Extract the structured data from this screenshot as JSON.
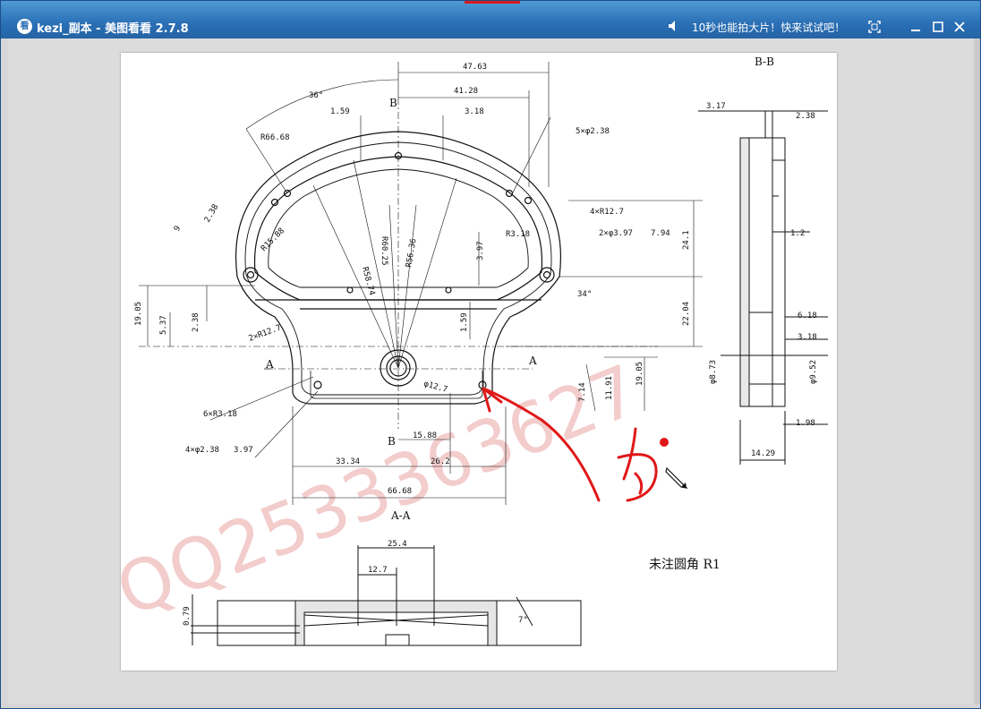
{
  "window": {
    "title": "kezi_副本 - 美图看看 2.7.8",
    "app_icon_glyph": "看",
    "promo_text": "10秒也能拍大片！快来试试吧！"
  },
  "controls": {
    "promo": "speaker-icon",
    "fullscreen": "fullscreen-icon",
    "minimize": "minimize-icon",
    "maximize": "maximize-icon",
    "close": "close-icon"
  },
  "drawing": {
    "section_bb": "B-B",
    "section_aa": "A-A",
    "cut_a": "A",
    "cut_b": "B",
    "note": "未注圆角 R1",
    "watermark": "QQ2533363627",
    "dims": {
      "d47_63": "47.63",
      "d41_28": "41.28",
      "a36": "36°",
      "d1_59": "1.59",
      "d3_18": "3.18",
      "r66_68": "R66.68",
      "h5_2_38": "5×φ2.38",
      "d2_38a": "2.38",
      "d9": "9",
      "r15_88": "R15.88",
      "r58_74": "R58.74",
      "r60_25": "R60.25",
      "r56_36": "R56.36",
      "d3_97": "3.97",
      "r3_18": "R3.18",
      "r12_7x4": "4×R12.7",
      "h2_3_97": "2×φ3.97",
      "depth7_94": "7.94",
      "d24_1": "24.1",
      "a34": "34°",
      "d19_05a": "19.05",
      "d5_37": "5.37",
      "d2_38b": "2.38",
      "r12_7x2": "2×R12.7",
      "d1_59b": "1.59",
      "d22_04": "22.04",
      "d12_7dia": "φ12.7",
      "d11_91": "11.91",
      "d19_05b": "19.05",
      "d7_14": "7.14",
      "r3_18x6": "6×R3.18",
      "h4_2_38": "4×φ2.38",
      "depth3_97": "3.97",
      "d15_88": "15.88",
      "d33_34": "33.34",
      "d26_2": "26.2",
      "d66_68": "66.68",
      "d3_17": "3.17",
      "d2_38c": "2.38",
      "d1_2": "1.2",
      "d6_18": "6.18",
      "d3_18b": "3.18",
      "d8_73": "φ8.73",
      "d9_52": "φ9.52",
      "d1_98": "1.98",
      "d14_29": "14.29",
      "d25_4": "25.4",
      "d12_7": "12.7",
      "d0_79": "0.79",
      "a7": "7°"
    }
  },
  "colors": {
    "title_bar": "#2a6fb5",
    "annotation": "#e01818",
    "watermark": "#f2c4c4"
  }
}
